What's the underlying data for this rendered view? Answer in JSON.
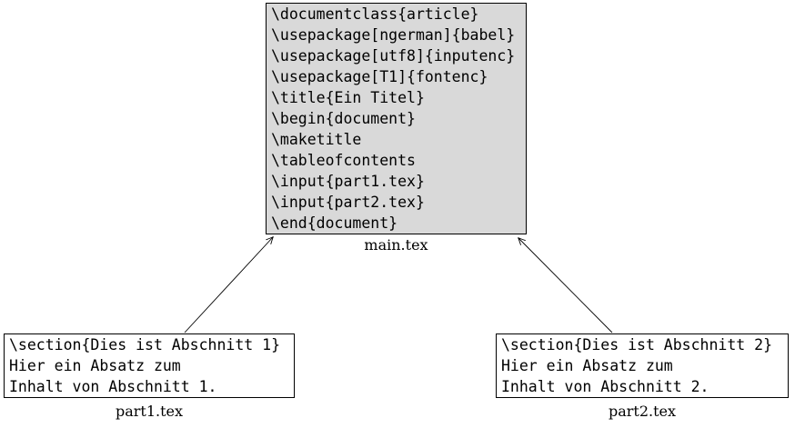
{
  "diagram": {
    "arrow_color": "#000000",
    "main_file": {
      "label": "main.tex",
      "fill": "#d9d9d9",
      "code": [
        "\\documentclass{article}",
        "\\usepackage[ngerman]{babel}",
        "\\usepackage[utf8]{inputenc}",
        "\\usepackage[T1]{fontenc}",
        "\\title{Ein Titel}",
        "\\begin{document}",
        "\\maketitle",
        "\\tableofcontents",
        "\\input{part1.tex}",
        "\\input{part2.tex}",
        "\\end{document}"
      ]
    },
    "part1_file": {
      "label": "part1.tex",
      "fill": "#ffffff",
      "code": [
        "\\section{Dies ist Abschnitt 1}",
        "Hier ein Absatz zum",
        "Inhalt von Abschnitt 1."
      ]
    },
    "part2_file": {
      "label": "part2.tex",
      "fill": "#ffffff",
      "code": [
        "\\section{Dies ist Abschnitt 2}",
        "Hier ein Absatz zum",
        "Inhalt von Abschnitt 2."
      ]
    }
  }
}
